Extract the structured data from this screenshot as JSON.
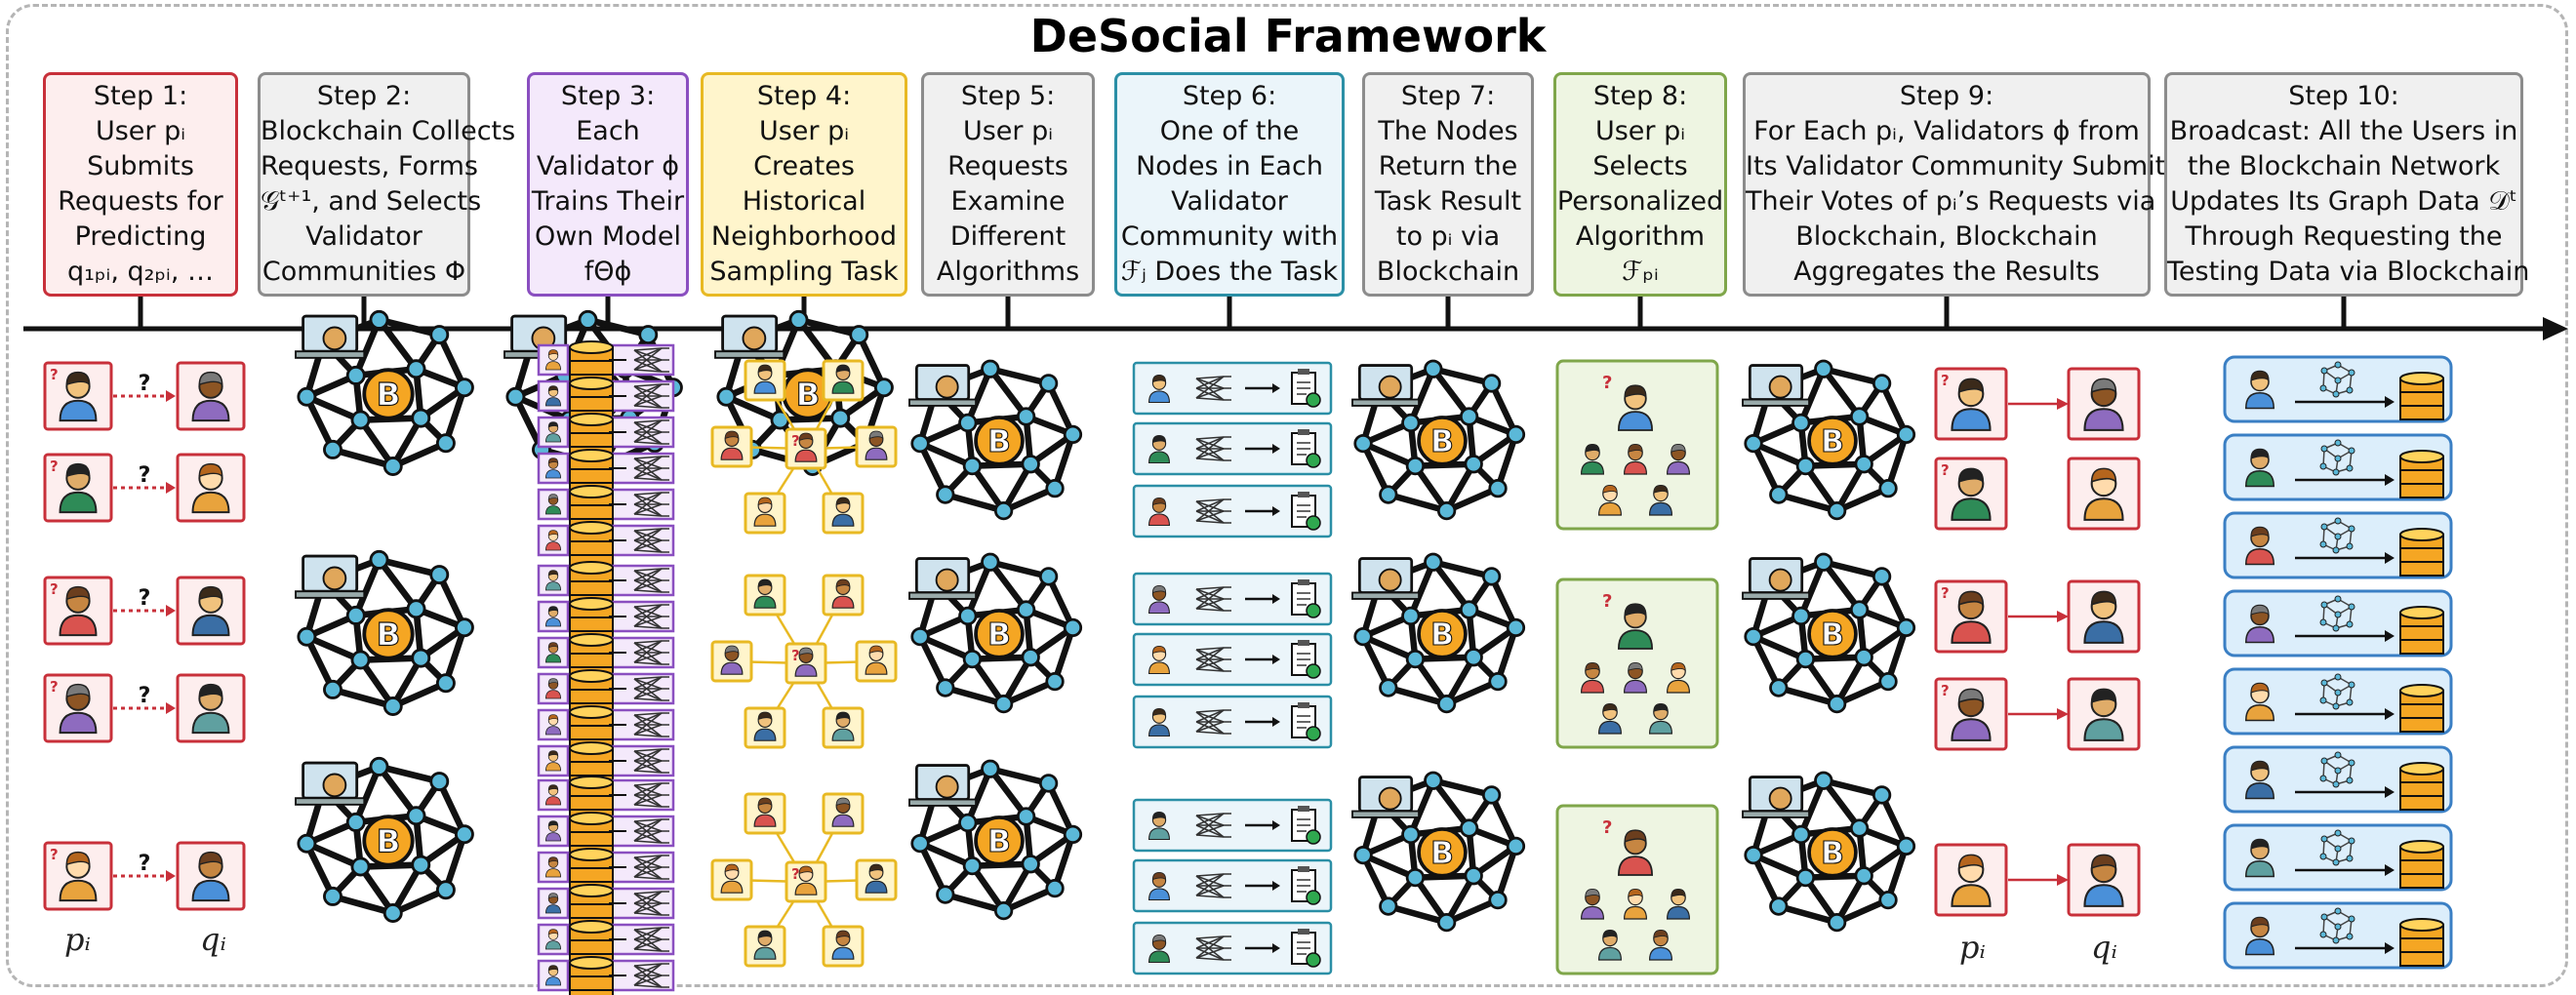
{
  "title": "DeSocial Framework",
  "steps": [
    {
      "id": 1,
      "lines": [
        "Step 1:",
        "User pᵢ",
        "Submits",
        "Requests for",
        "Predicting",
        "q₁ₚᵢ, q₂ₚᵢ, …"
      ],
      "border": "#c8303a",
      "fill": "#fdeeee"
    },
    {
      "id": 2,
      "lines": [
        "Step 2:",
        "Blockchain Collects",
        "Requests, Forms",
        "𝒢ᵗ⁺¹, and Selects",
        "Validator",
        "Communities Φ"
      ],
      "border": "#8c8c8c",
      "fill": "#f0f0f0"
    },
    {
      "id": 3,
      "lines": [
        "Step 3:",
        "Each",
        "Validator ϕ",
        "Trains Their",
        "Own Model",
        "fΘϕ"
      ],
      "border": "#8a4fc0",
      "fill": "#f4e9fb"
    },
    {
      "id": 4,
      "lines": [
        "Step 4:",
        "User pᵢ",
        "Creates",
        "Historical",
        "Neighborhood",
        "Sampling Task"
      ],
      "border": "#e8b923",
      "fill": "#fff5cc"
    },
    {
      "id": 5,
      "lines": [
        "Step 5:",
        "User pᵢ",
        "Requests",
        "Examine",
        "Different",
        "Algorithms"
      ],
      "border": "#8c8c8c",
      "fill": "#f0f0f0"
    },
    {
      "id": 6,
      "lines": [
        "Step 6:",
        "One of the",
        "Nodes in Each",
        "Validator",
        "Community with",
        "ℱⱼ Does the Task"
      ],
      "border": "#2b8fa6",
      "fill": "#ebf5fa"
    },
    {
      "id": 7,
      "lines": [
        "Step 7:",
        "The Nodes",
        "Return the",
        "Task Result",
        "to pᵢ via",
        "Blockchain"
      ],
      "border": "#8c8c8c",
      "fill": "#f0f0f0"
    },
    {
      "id": 8,
      "lines": [
        "Step 8:",
        "User pᵢ",
        "Selects",
        "Personalized",
        "Algorithm",
        "ℱₚᵢ"
      ],
      "border": "#7fa64a",
      "fill": "#eef5e2"
    },
    {
      "id": 9,
      "lines": [
        "Step 9:",
        "For Each  pᵢ,  Validators ϕ from",
        "Its Validator Community Submit",
        "Their Votes of pᵢ’s Requests via",
        "Blockchain, Blockchain",
        "Aggregates the Results"
      ],
      "border": "#8c8c8c",
      "fill": "#f0f0f0"
    },
    {
      "id": 10,
      "lines": [
        "Step 10:",
        "Broadcast: All the Users in",
        "the Blockchain Network",
        "Updates Its Graph Data 𝒟ᵗ",
        "Through Requesting the",
        "Testing Data via Blockchain"
      ],
      "border": "#8c8c8c",
      "fill": "#f0f0f0"
    }
  ],
  "bottom_labels": {
    "p": "pᵢ",
    "q": "qᵢ"
  },
  "colors": {
    "red": "#c8303a",
    "purple": "#8a4fc0",
    "yellow": "#e8b923",
    "blue": "#2b8fa6",
    "green": "#7fa64a",
    "coin": "#f5a623",
    "node": "#5bb8d8"
  }
}
